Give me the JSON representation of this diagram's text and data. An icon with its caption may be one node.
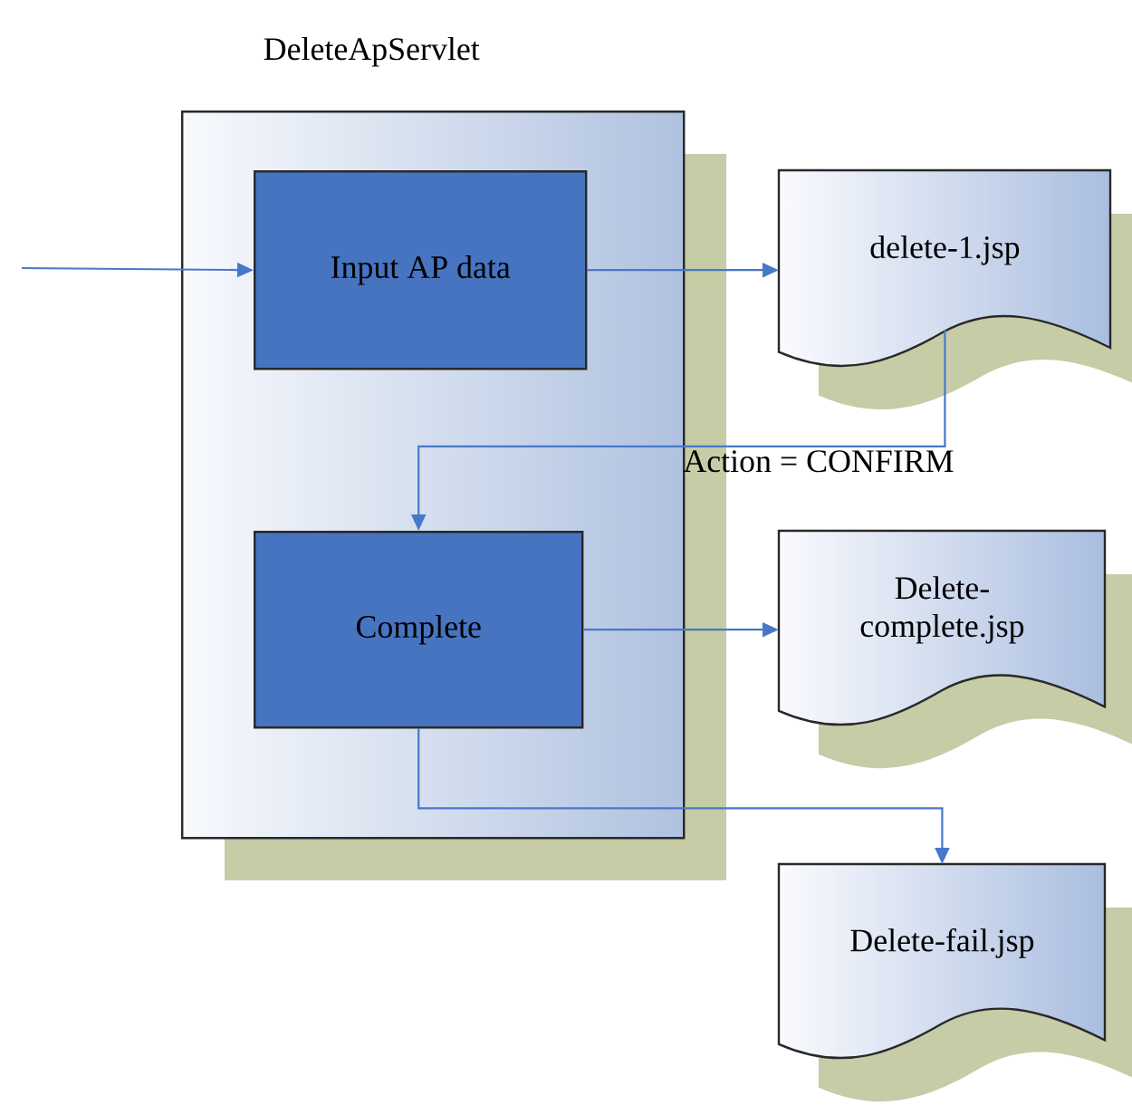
{
  "diagram": {
    "nodes": [
      {
        "text": [
          "DeleteApServlet"
        ]
      },
      {
        "text": [
          "Input AP data"
        ],
        "in": 0
      },
      {
        "text": [
          "Complete"
        ],
        "in": 0
      },
      {
        "text": [
          "delete-1.jsp"
        ]
      },
      {
        "text": [
          "Delete-complete.jsp"
        ]
      },
      {
        "text": [
          "Delete-fail.jsp"
        ]
      }
    ],
    "edges": [
      {
        "from": null,
        "to": 1,
        "arrow": "to"
      },
      {
        "from": 1,
        "to": 3,
        "arrow": "to"
      },
      {
        "from": 3,
        "to": 2,
        "arrow": "to",
        "label": "Action = CONFIRM"
      },
      {
        "from": 2,
        "to": 4,
        "arrow": "to"
      },
      {
        "from": 2,
        "to": 5,
        "arrow": "to"
      }
    ]
  }
}
